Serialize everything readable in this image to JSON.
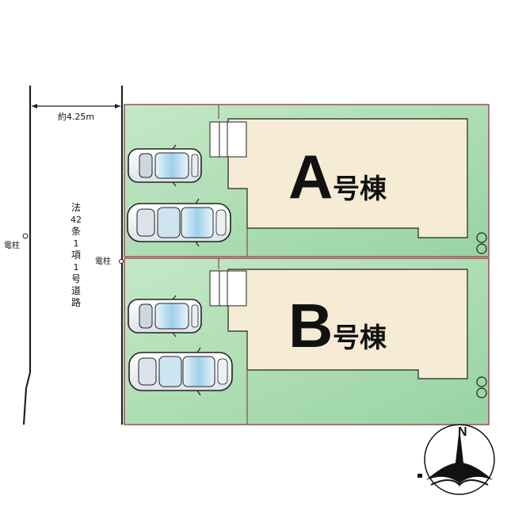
{
  "road": {
    "width_label": "約4.25m",
    "name_chars": [
      "法",
      "42",
      "条",
      "1",
      "項",
      "1",
      "号",
      "道",
      "路"
    ]
  },
  "poles": {
    "left_label": "電柱",
    "right_label": "電柱"
  },
  "lots": {
    "a": {
      "letter": "A",
      "suffix": "号棟"
    },
    "b": {
      "letter": "B",
      "suffix": "号棟"
    }
  },
  "compass": {
    "north_label": "N"
  },
  "colors": {
    "lot_green": "#a9dcb0",
    "building_beige": "#f6ecd6",
    "boundary": "#8a4a4a",
    "line": "#222222"
  }
}
